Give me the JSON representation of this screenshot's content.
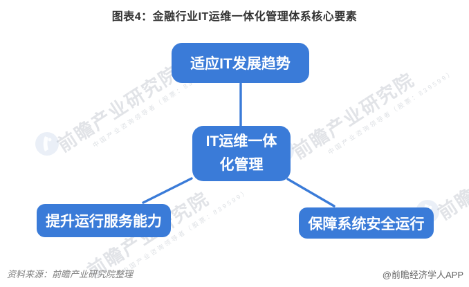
{
  "title": "图表4：金融行业IT运维一体化管理体系核心要素",
  "diagram": {
    "type": "concept-map",
    "center_node": {
      "label": "IT运维一体化管理",
      "label_display": "IT运维一体\n化管理"
    },
    "branch_nodes": [
      {
        "id": "top",
        "label": "适应IT发展趋势"
      },
      {
        "id": "bottom-left",
        "label": "提升运行服务能力"
      },
      {
        "id": "bottom-right",
        "label": "保障系统安全运行"
      }
    ],
    "colors": {
      "node_fill": "#3A7BD8",
      "node_text": "#FFFFFF",
      "connector": "#3A7BD8",
      "title_text": "#333333"
    }
  },
  "watermark": {
    "brand": "前瞻产业研究院",
    "tagline": "中国产业咨询领导者（股票：839599）"
  },
  "footer": {
    "source": "资料来源：前瞻产业研究院整理",
    "credit": "@前瞻经济学人APP"
  }
}
